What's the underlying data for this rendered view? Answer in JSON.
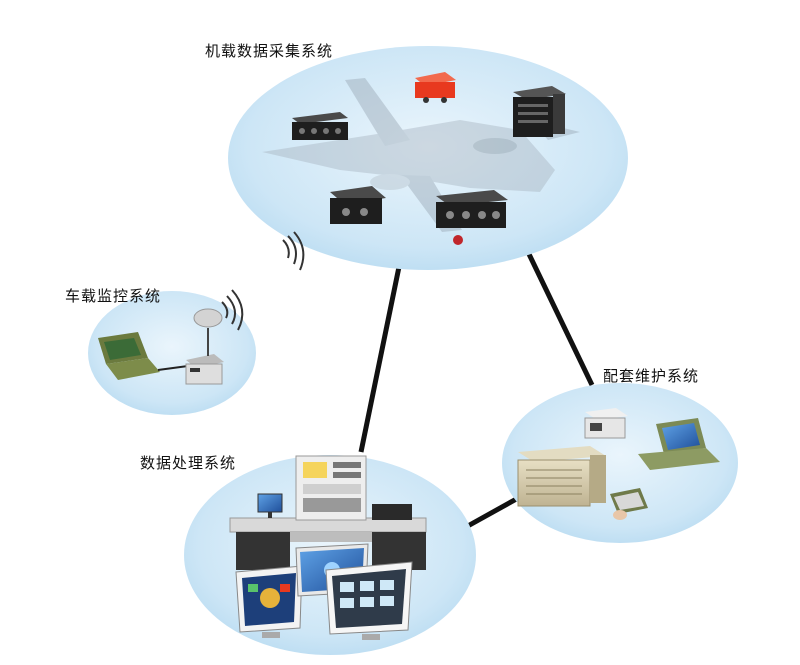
{
  "labels": {
    "airborne": "机载数据采集系统",
    "vehicle": "车载监控系统",
    "support": "配套维护系统",
    "data_processing": "数据处理系统"
  },
  "colors": {
    "ellipse_fill": "#cfe8f7",
    "link_line": "#111111",
    "device_black": "#1e1e1e",
    "device_red": "#e8391f",
    "device_beige": "#d9d0b3",
    "screen_blue": "#3a78c8"
  }
}
